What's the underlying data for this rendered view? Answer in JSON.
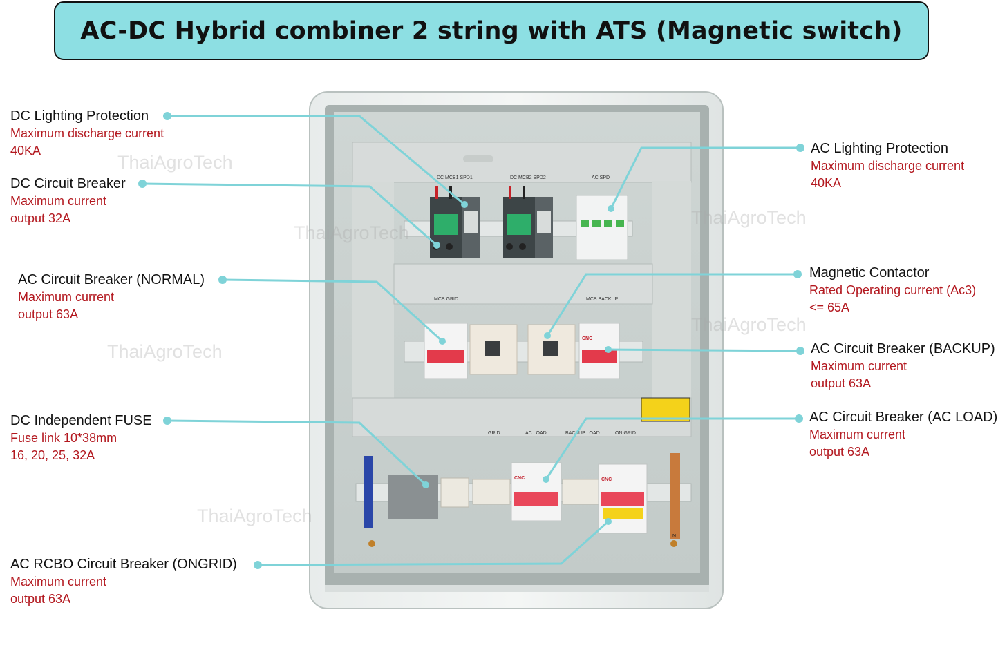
{
  "title": "AC-DC Hybrid combiner 2 string with ATS (Magnetic switch)",
  "watermark": "ThaiAgroTech",
  "colors": {
    "title_bg": "#8ddfe3",
    "leader": "#7fd3d8",
    "spec_text": "#b3181f"
  },
  "callouts": {
    "dc_lightning": {
      "name": "DC Lighting Protection",
      "spec1": "Maximum discharge current",
      "spec2": "40KA"
    },
    "dc_breaker": {
      "name": "DC Circuit Breaker",
      "spec1": "Maximum current",
      "spec2": "output 32A"
    },
    "ac_breaker_normal": {
      "name": "AC Circuit Breaker (NORMAL)",
      "spec1": "Maximum current",
      "spec2": "output 63A"
    },
    "dc_fuse": {
      "name": "DC Independent FUSE",
      "spec1": "Fuse link 10*38mm",
      "spec2": "16, 20, 25, 32A"
    },
    "ac_rcbo": {
      "name": "AC RCBO Circuit Breaker (ONGRID)",
      "spec1": "Maximum current",
      "spec2": "output 63A"
    },
    "ac_lightning": {
      "name": "AC Lighting Protection",
      "spec1": "Maximum discharge current",
      "spec2": "40KA"
    },
    "magnetic_contactor": {
      "name": "Magnetic Contactor",
      "spec1": "Rated Operating current (Ac3)",
      "spec2": "<= 65A"
    },
    "ac_breaker_backup": {
      "name": "AC Circuit Breaker (BACKUP)",
      "spec1": "Maximum current",
      "spec2": "output 63A"
    },
    "ac_breaker_load": {
      "name": "AC Circuit Breaker (AC LOAD)",
      "spec1": "Maximum current",
      "spec2": "output 63A"
    }
  },
  "panel_tags": {
    "dc_mcb1": "DC MCB1 SPD1",
    "dc_mcb2": "DC MCB2 SPD2",
    "ac_spd": "AC SPD",
    "mcb_grid": "MCB GRID",
    "mcb_backup": "MCB BACKUP",
    "grid": "GRID",
    "ac_load": "AC LOAD",
    "backup_load": "BACKUP LOAD",
    "on_grid": "ON GRID",
    "cnc": "CNC",
    "n": "N"
  }
}
